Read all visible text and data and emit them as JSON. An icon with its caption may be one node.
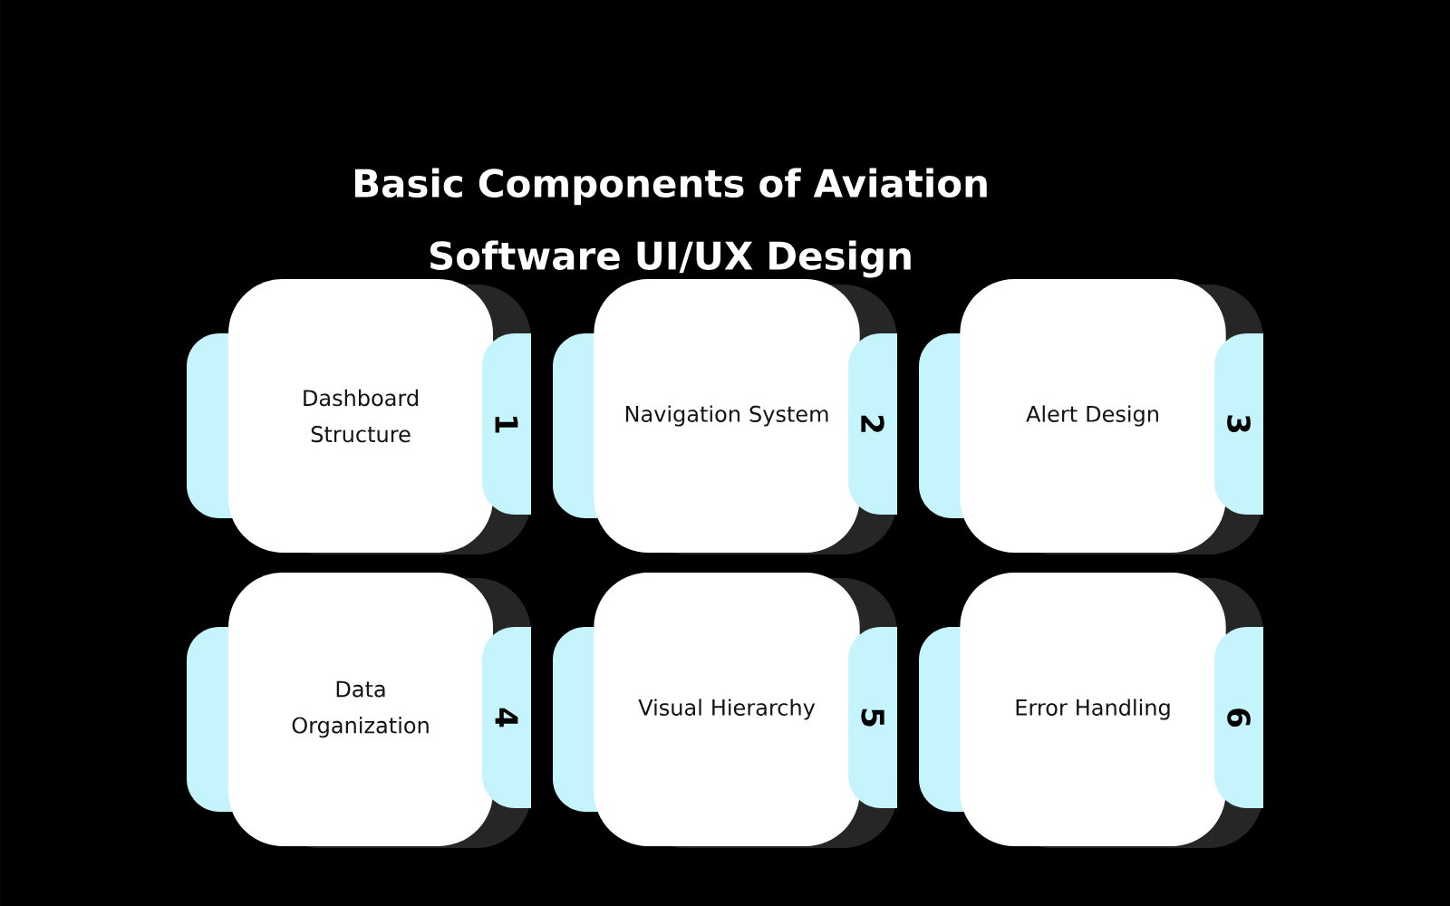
{
  "diagram": {
    "title": "Basic Components of Aviation Software UI/UX Design",
    "nodes": [
      {
        "text": [
          "Dashboard Structure"
        ]
      },
      {
        "text": [
          "1"
        ]
      },
      {
        "text": [
          "Navigation System"
        ]
      },
      {
        "text": [
          "2"
        ]
      },
      {
        "text": [
          "Alert Design"
        ]
      },
      {
        "text": [
          "3"
        ]
      },
      {
        "text": [
          "Data Organization"
        ]
      },
      {
        "text": [
          "4"
        ]
      },
      {
        "text": [
          "Visual Hierarchy"
        ]
      },
      {
        "text": [
          "5"
        ]
      },
      {
        "text": [
          "Error Handling"
        ]
      },
      {
        "text": [
          "6"
        ]
      }
    ]
  }
}
